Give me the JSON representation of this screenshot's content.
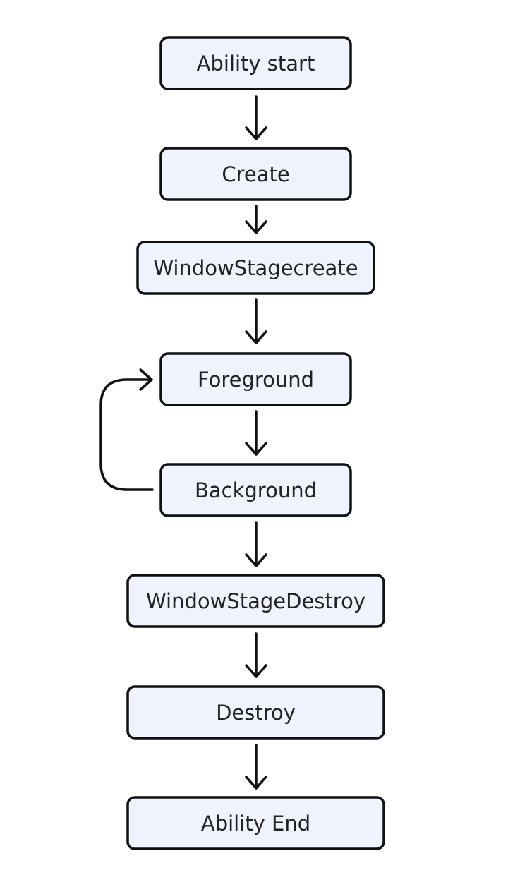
{
  "diagram": {
    "type": "flowchart",
    "nodes": [
      {
        "id": "ability-start",
        "label": "Ability start"
      },
      {
        "id": "create",
        "label": "Create"
      },
      {
        "id": "window-stage-create",
        "label": "WindowStagecreate"
      },
      {
        "id": "foreground",
        "label": "Foreground"
      },
      {
        "id": "background",
        "label": "Background"
      },
      {
        "id": "window-stage-destroy",
        "label": "WindowStageDestroy"
      },
      {
        "id": "destroy",
        "label": "Destroy"
      },
      {
        "id": "ability-end",
        "label": "Ability End"
      }
    ],
    "edges": [
      {
        "from": "ability-start",
        "to": "create"
      },
      {
        "from": "create",
        "to": "window-stage-create"
      },
      {
        "from": "window-stage-create",
        "to": "foreground"
      },
      {
        "from": "foreground",
        "to": "background"
      },
      {
        "from": "background",
        "to": "foreground",
        "loop": true
      },
      {
        "from": "background",
        "to": "window-stage-destroy"
      },
      {
        "from": "window-stage-destroy",
        "to": "destroy"
      },
      {
        "from": "destroy",
        "to": "ability-end"
      }
    ]
  }
}
